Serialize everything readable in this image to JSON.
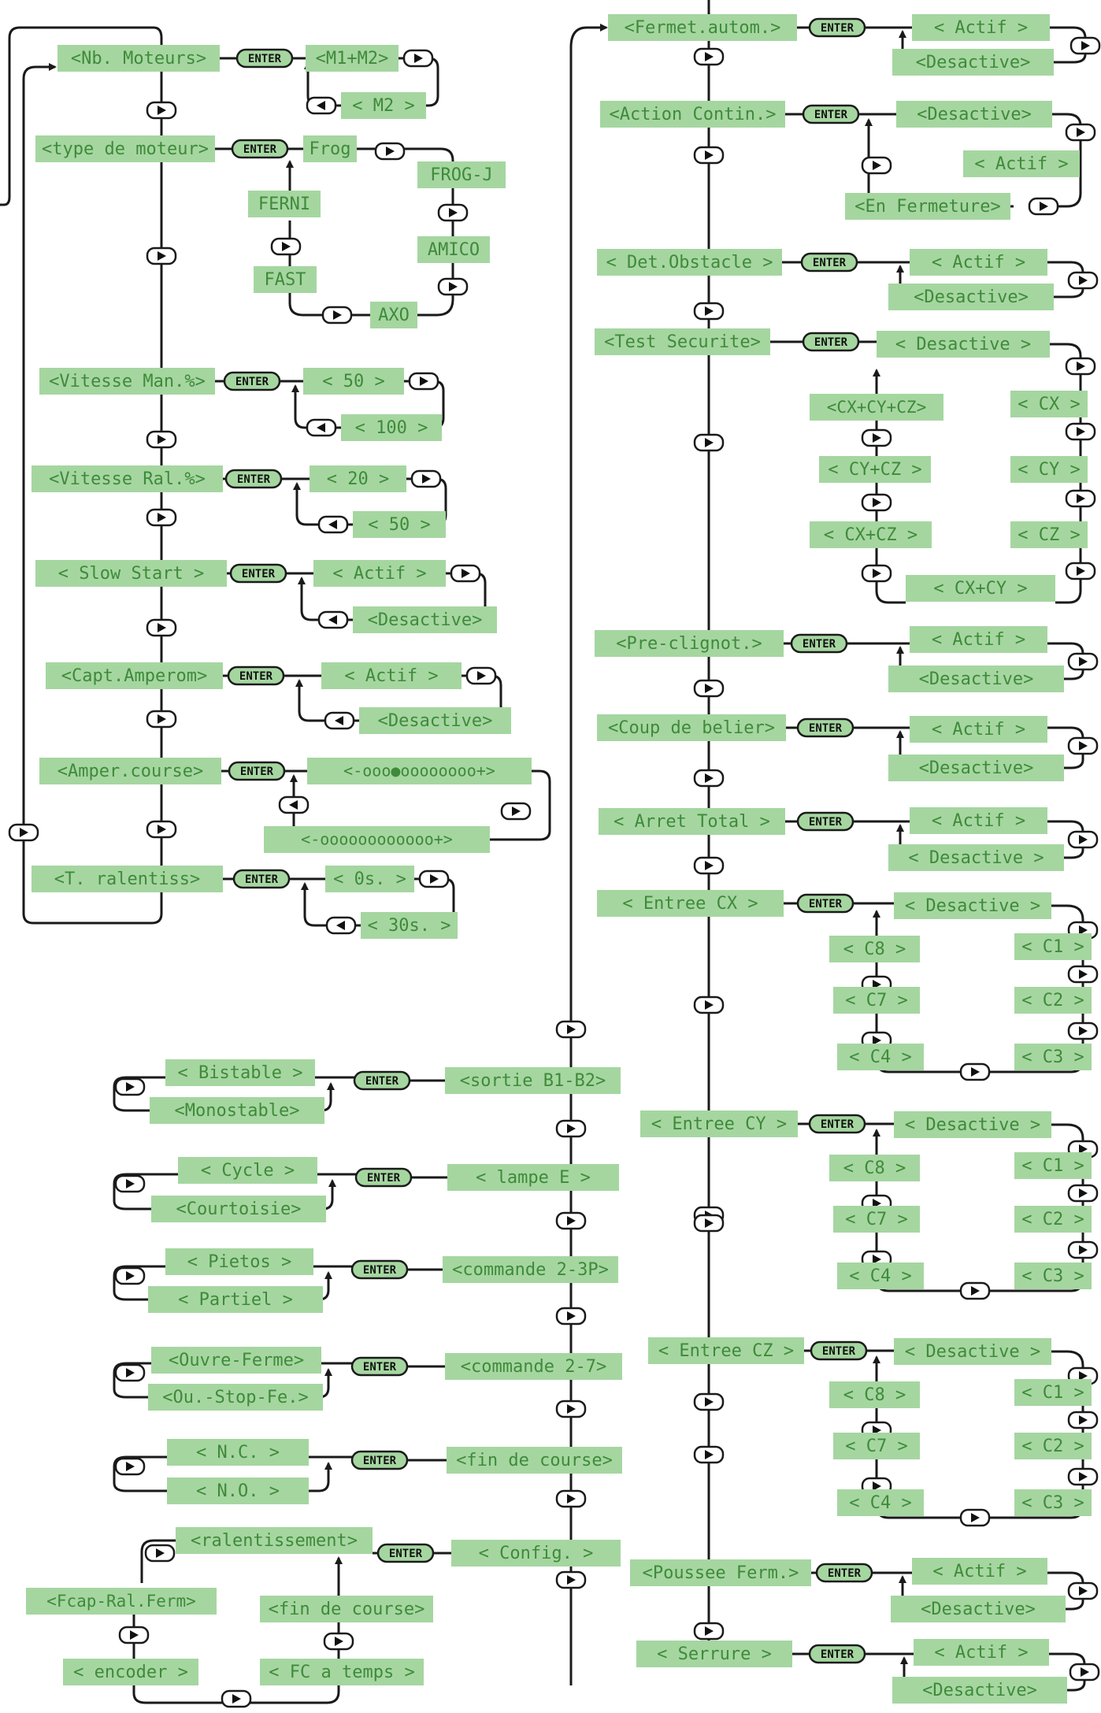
{
  "colors": {
    "box_fill": "#a5d6a0",
    "box_text": "#3f8a3a",
    "line": "#1a1a1a",
    "button_fill": "#ffffff",
    "button_stroke": "#1a1a1a"
  },
  "labels": {
    "enter": "ENTER",
    "next_icon": "next-arrow-icon",
    "prev_icon": "prev-arrow-icon"
  },
  "left_menu": {
    "nb_moteurs": {
      "title": "<Nb. Moteurs>",
      "options": [
        "<M1+M2>",
        "< M2 >"
      ]
    },
    "type_moteur": {
      "title": "<type de moteur>",
      "options": [
        "Frog",
        "FROG-J",
        "AMICO",
        "AXO",
        "FAST",
        "FERNI"
      ]
    },
    "vitesse_man": {
      "title": "<Vitesse Man.%>",
      "options": [
        "< 50 >",
        "< 100 >"
      ]
    },
    "vitesse_ral": {
      "title": "<Vitesse Ral.%>",
      "options": [
        "< 20 >",
        "< 50 >"
      ]
    },
    "slow_start": {
      "title": "< Slow Start >",
      "options": [
        "< Actif >",
        "<Desactive>"
      ]
    },
    "capt_amperom": {
      "title": "<Capt.Amperom>",
      "options": [
        "< Actif >",
        "<Desactive>"
      ]
    },
    "amper_course": {
      "title": "<Amper.course>",
      "options": [
        "<-ooo●oooooooo+>",
        "<-oooooooooooo+>"
      ]
    },
    "t_ralentiss": {
      "title": "<T. ralentiss>",
      "options": [
        "< 0s. >",
        "< 30s. >"
      ]
    }
  },
  "center_menu": {
    "sortie_b1b2": {
      "title": "<sortie B1-B2>",
      "options": [
        "< Bistable >",
        "<Monostable>"
      ]
    },
    "lampe_e": {
      "title": "< lampe E >",
      "options": [
        "< Cycle >",
        "<Courtoisie>"
      ]
    },
    "commande_23p": {
      "title": "<commande 2-3P>",
      "options": [
        "< Pietos >",
        "< Partiel >"
      ]
    },
    "commande_27": {
      "title": "<commande 2-7>",
      "options": [
        "<Ouvre-Ferme>",
        "<Ou.-Stop-Fe.>"
      ]
    },
    "fin_de_course": {
      "title": "<fin de course>",
      "options": [
        "< N.C. >",
        "< N.O. >"
      ]
    },
    "config": {
      "title": "< Config. >",
      "options": [
        "<ralentissement>",
        "<fin de course>",
        "< FC a temps >",
        "< encoder >",
        "<Fcap-Ral.Ferm>"
      ]
    }
  },
  "right_menu": {
    "fermet_autom": {
      "title": "<Fermet.autom.>",
      "options": [
        "< Actif >",
        "<Desactive>"
      ]
    },
    "action_contin": {
      "title": "<Action Contin.>",
      "options": [
        "<Desactive>",
        "< Actif >",
        "<En Fermeture>"
      ]
    },
    "det_obstacle": {
      "title": "< Det.Obstacle >",
      "options": [
        "< Actif >",
        "<Desactive>"
      ]
    },
    "test_securite": {
      "title": "<Test Securite>",
      "options": [
        "< Desactive >",
        "< CX >",
        "< CY >",
        "< CZ >",
        "< CX+CY >",
        "< CX+CZ >",
        "< CY+CZ >",
        "<CX+CY+CZ>"
      ]
    },
    "pre_clignot": {
      "title": "<Pre-clignot.>",
      "options": [
        "< Actif >",
        "<Desactive>"
      ]
    },
    "coup_de_belier": {
      "title": "<Coup de belier>",
      "options": [
        "< Actif >",
        "<Desactive>"
      ]
    },
    "arret_total": {
      "title": "< Arret Total >",
      "options": [
        "< Actif >",
        "< Desactive >"
      ]
    },
    "entree_cx": {
      "title": "< Entree CX >",
      "options": [
        "< Desactive >",
        "< C1 >",
        "< C2 >",
        "< C3 >",
        "< C4 >",
        "< C7 >",
        "< C8 >"
      ]
    },
    "entree_cy": {
      "title": "< Entree CY >",
      "options": [
        "< Desactive >",
        "< C1 >",
        "< C2 >",
        "< C3 >",
        "< C4 >",
        "< C7 >",
        "< C8 >"
      ]
    },
    "entree_cz": {
      "title": "< Entree CZ >",
      "options": [
        "< Desactive >",
        "< C1 >",
        "< C2 >",
        "< C3 >",
        "< C4 >",
        "< C7 >",
        "< C8 >"
      ]
    },
    "poussee_ferm": {
      "title": "<Poussee Ferm.>",
      "options": [
        "< Actif >",
        "<Desactive>"
      ]
    },
    "serrure": {
      "title": "< Serrure >",
      "options": [
        "< Actif >",
        "<Desactive>"
      ]
    }
  }
}
